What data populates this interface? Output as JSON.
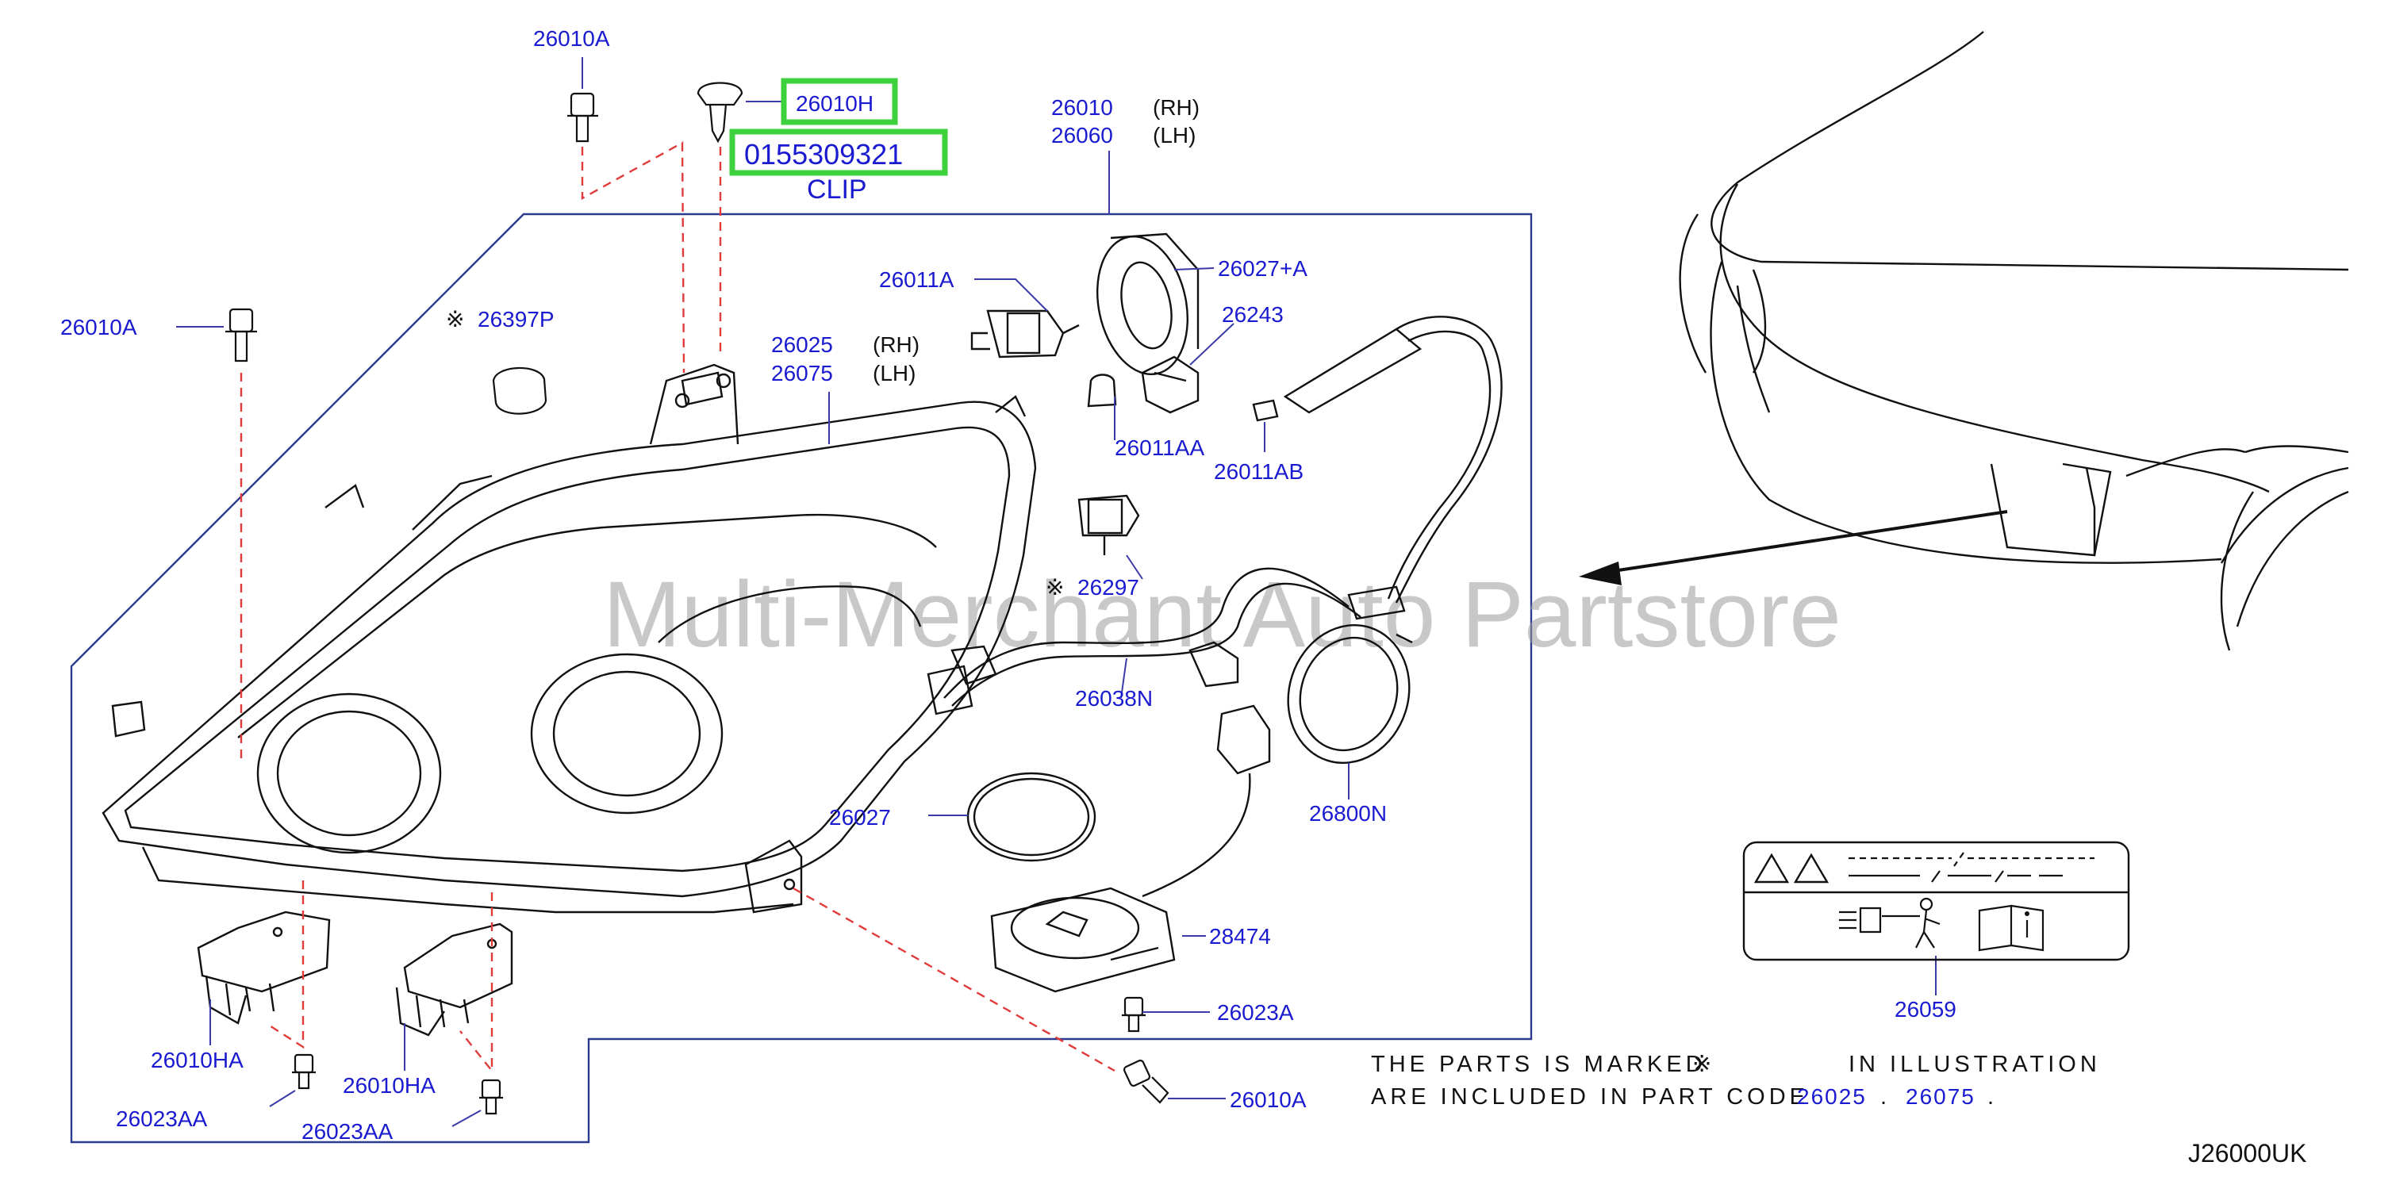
{
  "watermark": "Multi-Merchant Auto Partstore",
  "diagram_code": "J26000UK",
  "callouts": {
    "c_26010A_top": "26010A",
    "c_26010H": "26010H",
    "c_0155309321": "0155309321",
    "c_clip": "CLIP",
    "c_26010": "26010",
    "c_26010_rh": "(RH)",
    "c_26060": "26060",
    "c_26060_lh": "(LH)",
    "c_26010A_left": "26010A",
    "c_26397P": "26397P",
    "c_26011A": "26011A",
    "c_26027A": "26027+A",
    "c_26243": "26243",
    "c_26025": "26025",
    "c_26025_rh": "(RH)",
    "c_26075": "26075",
    "c_26075_lh": "(LH)",
    "c_26011AA": "26011AA",
    "c_26011AB": "26011AB",
    "c_26297": "26297",
    "c_26038N": "26038N",
    "c_26027": "26027",
    "c_26800N": "26800N",
    "c_28474": "28474",
    "c_26023A": "26023A",
    "c_26010HA_l": "26010HA",
    "c_26010HA_r": "26010HA",
    "c_26023AA_l": "26023AA",
    "c_26023AA_r": "26023AA",
    "c_26010A_bottom": "26010A",
    "c_26059": "26059"
  },
  "marker_symbol": "※",
  "note": {
    "line1_a": "THE PARTS IS MARKED",
    "line1_b": "IN ILLUSTRATION",
    "line2_a": "ARE INCLUDED IN PART CODE",
    "line2_code1": "26025",
    "line2_sep": ".",
    "line2_code2": "26075",
    "line2_end": "."
  },
  "highlight_color": "#3ed13e",
  "part_number_color": "#1a1ad0"
}
